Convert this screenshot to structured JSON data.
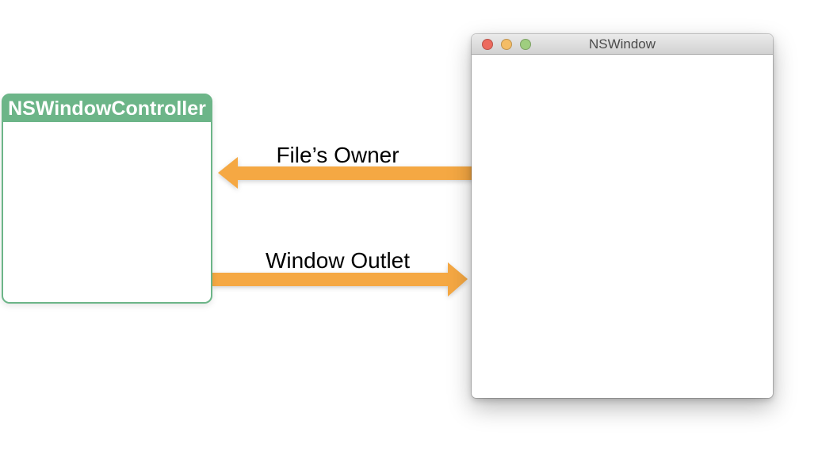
{
  "colors": {
    "box_green": "#6CB588",
    "arrow_orange": "#F5A843",
    "label_text": "#000000",
    "titlebar_text": "#4B4B4B",
    "traffic_red": "#EC6A5E",
    "traffic_yellow": "#F4BD66",
    "traffic_green": "#9FCE7F"
  },
  "controller_box": {
    "title": "NSWindowController"
  },
  "window": {
    "title": "NSWindow",
    "traffic_lights": [
      "close",
      "minimize",
      "zoom"
    ]
  },
  "arrows": [
    {
      "label": "File’s Owner",
      "direction": "right-to-left",
      "from": "NSWindow",
      "to": "NSWindowController"
    },
    {
      "label": "Window Outlet",
      "direction": "left-to-right",
      "from": "NSWindowController",
      "to": "NSWindow"
    }
  ]
}
